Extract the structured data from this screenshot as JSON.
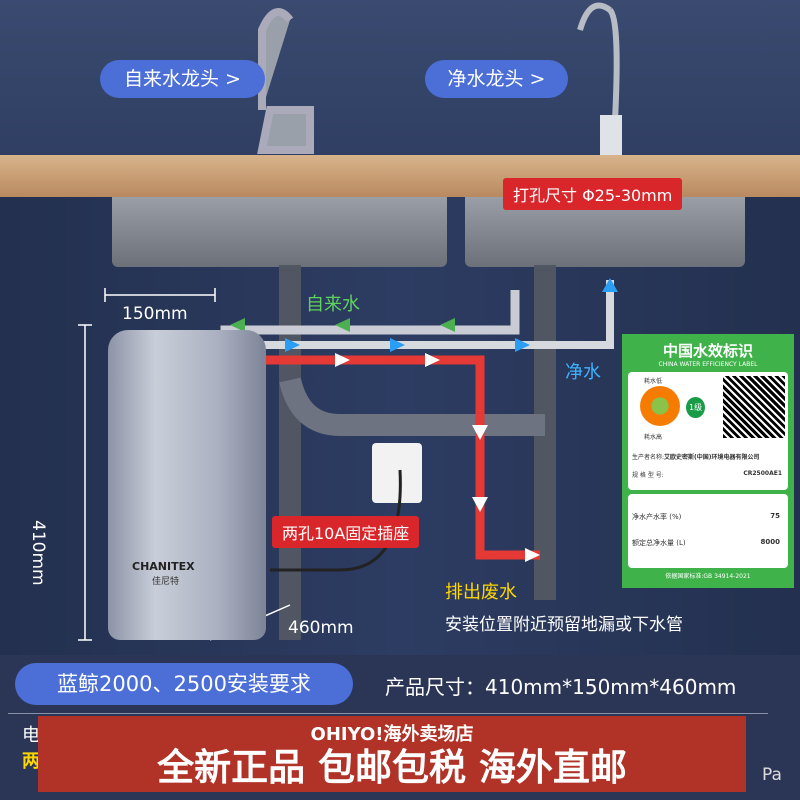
{
  "labels": {
    "tap_water_faucet": "自来水龙头 >",
    "pure_water_faucet": "净水龙头 >",
    "hole_size": "打孔尺寸 Φ25-30mm",
    "tap_water": "自来水",
    "pure_water": "净水",
    "waste_water": "排出废水",
    "drain_note": "安装位置附近预留地漏或下水管",
    "socket": "两孔10A固定插座"
  },
  "dimensions": {
    "width": "150mm",
    "height": "410mm",
    "depth": "460mm"
  },
  "product": {
    "brand": "CHANITEX",
    "brand_cn": "佳尼特"
  },
  "efficiency_label": {
    "title": "中国水效标识",
    "subtitle": "CHINA WATER EFFICIENCY LABEL",
    "low": "耗水低",
    "high": "耗水高",
    "grade": "1级",
    "manufacturer_label": "生产者名称:",
    "manufacturer": "艾欧史密斯(中国)环境电器有限公司",
    "model_label": "规 格 型 号:",
    "model": "CR2500AE1",
    "rate_label": "净水产水率 (%)",
    "rate": "75",
    "volume_label": "额定总净水量 (L)",
    "volume": "8000",
    "standard": "依据国家标准:GB 34914-2021"
  },
  "footer": {
    "title": "蓝鲸2000、2500安装要求",
    "size": "产品尺寸：410mm*150mm*460mm",
    "partial_left": "电",
    "partial_left2": "两",
    "partial_right": "Pa"
  },
  "banner": {
    "store": "OHIYO!海外卖场店",
    "slogan": "全新正品 包邮包税 海外直邮"
  },
  "colors": {
    "tap_pipe_arrow": "#4caf50",
    "pure_arrow": "#2a9df4",
    "waste_pipe": "#e53935",
    "banner": "#b13226",
    "pill": "#4b6fd6"
  }
}
